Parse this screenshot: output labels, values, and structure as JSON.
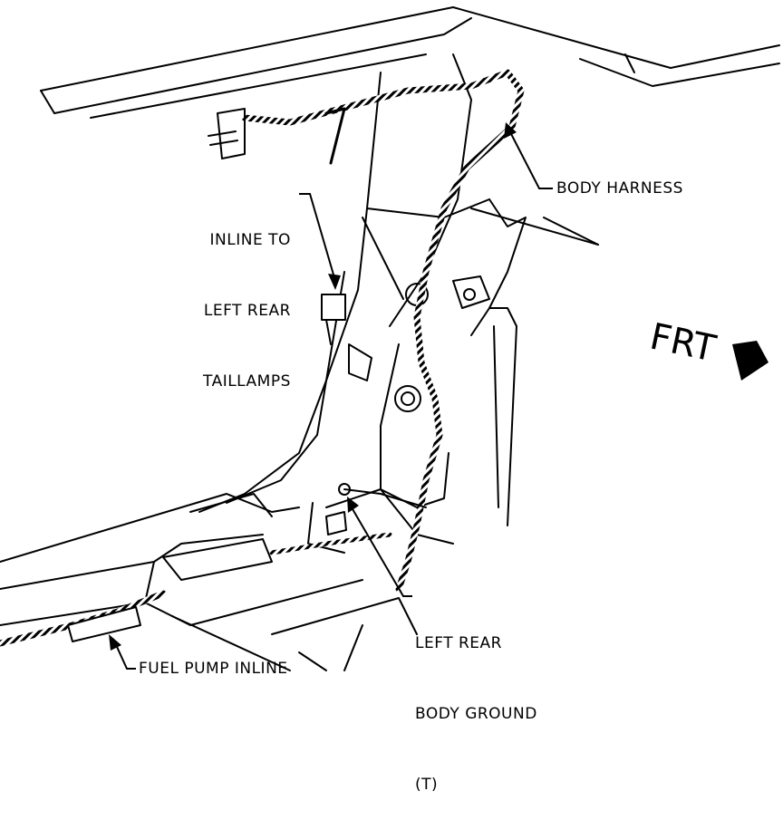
{
  "labels": {
    "inline_taillamps": [
      "INLINE TO",
      "LEFT REAR",
      "TAILLAMPS"
    ],
    "body_harness": "BODY HARNESS",
    "frt": "FRT",
    "left_rear_ground": [
      "LEFT REAR",
      "BODY GROUND",
      "(T)"
    ],
    "fuel_pump_inline": "FUEL PUMP INLINE"
  },
  "colors": {
    "ink": "#000000",
    "paper": "#ffffff"
  }
}
